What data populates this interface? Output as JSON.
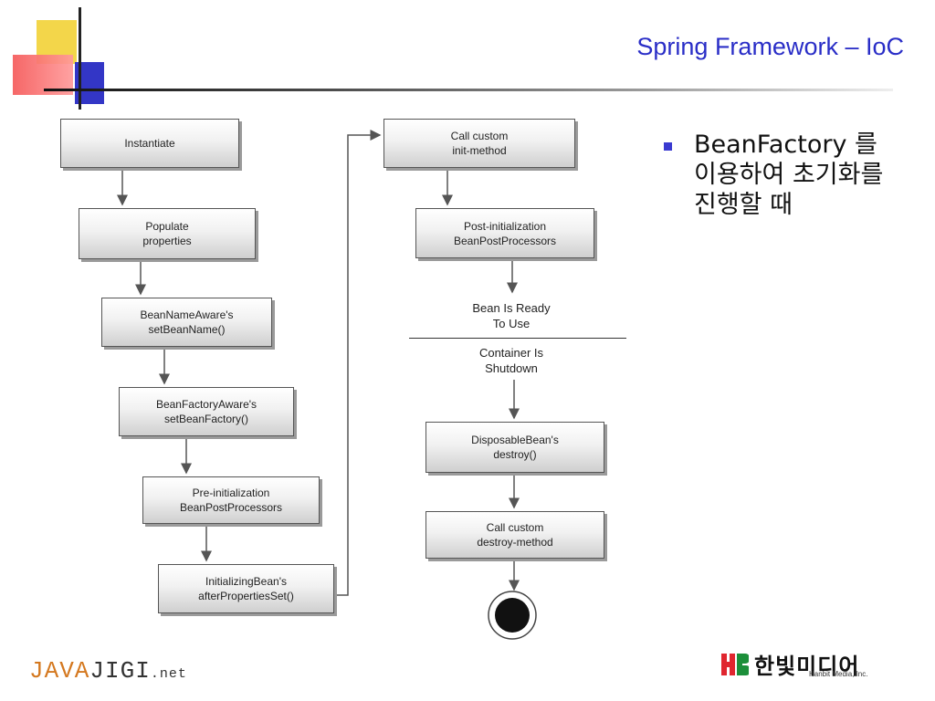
{
  "slide": {
    "title": "Spring Framework – IoC",
    "bullet": "BeanFactory 를 이용하여 초기화를 진행할 때",
    "footer_left_prefix": "JAVA",
    "footer_left_main": "JIGI",
    "footer_left_suffix": ".net",
    "publisher_name": "한빛미디어",
    "publisher_sub": "Hanbit Media, Inc."
  },
  "diagram": {
    "steps": [
      "Instantiate",
      "Populate\nproperties",
      "BeanNameAware's\nsetBeanName()",
      "BeanFactoryAware's\nsetBeanFactory()",
      "Pre-initialization\nBeanPostProcessors",
      "InitializingBean's\nafterPropertiesSet()",
      "Call custom\ninit-method",
      "Post-initialization\nBeanPostProcessors",
      "DisposableBean's\ndestroy()",
      "Call custom\ndestroy-method"
    ],
    "ready_label": "Bean Is Ready\nTo Use",
    "shutdown_label": "Container Is\nShutdown"
  }
}
